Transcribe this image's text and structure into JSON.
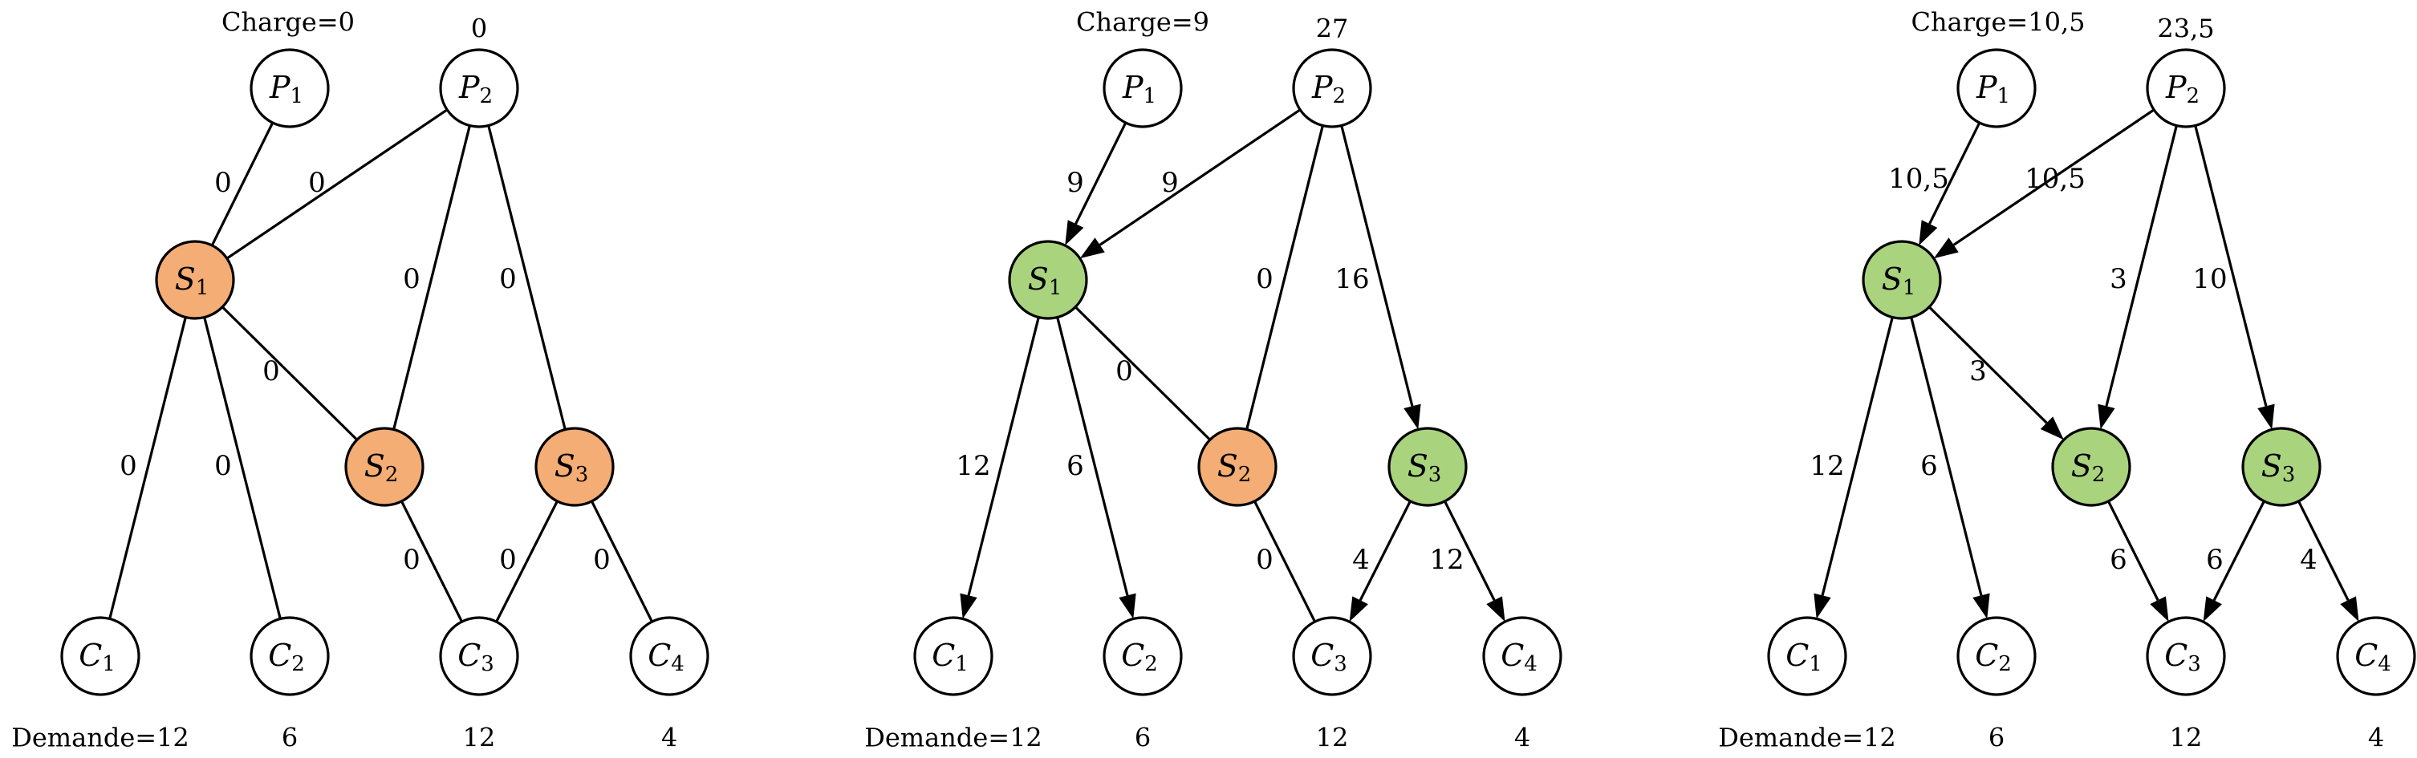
{
  "colors": {
    "overloaded": "#f4ad74",
    "ok": "#aad37e",
    "neutral": "#ffffff"
  },
  "panels": [
    {
      "charge_prefix": "Charge=",
      "charges": [
        "0",
        "0"
      ],
      "demand_prefix": "Demande=",
      "demands": [
        "12",
        "6",
        "12",
        "4"
      ],
      "server_states": [
        "overloaded",
        "overloaded",
        "overloaded"
      ],
      "edges": [
        {
          "from": "P1",
          "to": "S1",
          "label": "0",
          "arrow": false
        },
        {
          "from": "P2",
          "to": "S1",
          "label": "0",
          "arrow": false
        },
        {
          "from": "P2",
          "to": "S2",
          "label": "0",
          "arrow": false
        },
        {
          "from": "P2",
          "to": "S3",
          "label": "0",
          "arrow": false
        },
        {
          "from": "S1",
          "to": "S2",
          "label": "0",
          "arrow": false
        },
        {
          "from": "S1",
          "to": "C1",
          "label": "0",
          "arrow": false
        },
        {
          "from": "S1",
          "to": "C2",
          "label": "0",
          "arrow": false
        },
        {
          "from": "S2",
          "to": "C3",
          "label": "0",
          "arrow": false
        },
        {
          "from": "S3",
          "to": "C3",
          "label": "0",
          "arrow": false
        },
        {
          "from": "S3",
          "to": "C4",
          "label": "0",
          "arrow": false
        }
      ]
    },
    {
      "charge_prefix": "Charge=",
      "charges": [
        "9",
        "27"
      ],
      "demand_prefix": "Demande=",
      "demands": [
        "12",
        "6",
        "12",
        "4"
      ],
      "server_states": [
        "ok",
        "overloaded",
        "ok"
      ],
      "edges": [
        {
          "from": "P1",
          "to": "S1",
          "label": "9",
          "arrow": true
        },
        {
          "from": "P2",
          "to": "S1",
          "label": "9",
          "arrow": true
        },
        {
          "from": "P2",
          "to": "S2",
          "label": "0",
          "arrow": false
        },
        {
          "from": "P2",
          "to": "S3",
          "label": "16",
          "arrow": true
        },
        {
          "from": "S1",
          "to": "S2",
          "label": "0",
          "arrow": false
        },
        {
          "from": "S1",
          "to": "C1",
          "label": "12",
          "arrow": true
        },
        {
          "from": "S1",
          "to": "C2",
          "label": "6",
          "arrow": true
        },
        {
          "from": "S2",
          "to": "C3",
          "label": "0",
          "arrow": false
        },
        {
          "from": "S3",
          "to": "C3",
          "label": "4",
          "arrow": true
        },
        {
          "from": "S3",
          "to": "C4",
          "label": "12",
          "arrow": true
        }
      ]
    },
    {
      "charge_prefix": "Charge=",
      "charges": [
        "10,5",
        "23,5"
      ],
      "demand_prefix": "Demande=",
      "demands": [
        "12",
        "6",
        "12",
        "4"
      ],
      "server_states": [
        "ok",
        "ok",
        "ok"
      ],
      "edges": [
        {
          "from": "P1",
          "to": "S1",
          "label": "10,5",
          "arrow": true
        },
        {
          "from": "P2",
          "to": "S1",
          "label": "10,5",
          "arrow": true
        },
        {
          "from": "P2",
          "to": "S2",
          "label": "3",
          "arrow": true
        },
        {
          "from": "P2",
          "to": "S3",
          "label": "10",
          "arrow": true
        },
        {
          "from": "S1",
          "to": "S2",
          "label": "3",
          "arrow": true
        },
        {
          "from": "S1",
          "to": "C1",
          "label": "12",
          "arrow": true
        },
        {
          "from": "S1",
          "to": "C2",
          "label": "6",
          "arrow": true
        },
        {
          "from": "S2",
          "to": "C3",
          "label": "6",
          "arrow": true
        },
        {
          "from": "S3",
          "to": "C3",
          "label": "6",
          "arrow": true
        },
        {
          "from": "S3",
          "to": "C4",
          "label": "4",
          "arrow": true
        }
      ]
    }
  ],
  "node_labels": {
    "P1": [
      "P",
      "1"
    ],
    "P2": [
      "P",
      "2"
    ],
    "S1": [
      "S",
      "1"
    ],
    "S2": [
      "S",
      "2"
    ],
    "S3": [
      "S",
      "3"
    ],
    "C1": [
      "C",
      "1"
    ],
    "C2": [
      "C",
      "2"
    ],
    "C3": [
      "C",
      "3"
    ],
    "C4": [
      "C",
      "4"
    ]
  }
}
